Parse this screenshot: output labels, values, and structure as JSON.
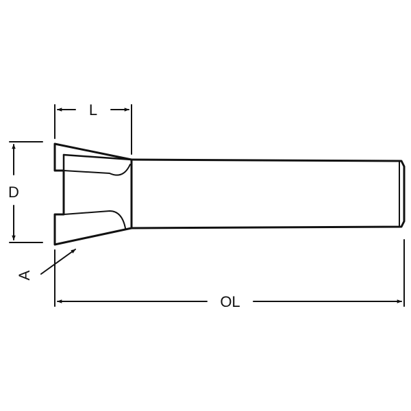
{
  "labels": {
    "length": "L",
    "diameter": "D",
    "angle": "A",
    "overall_length": "OL"
  },
  "colors": {
    "line": "#111111",
    "background": "#ffffff"
  }
}
